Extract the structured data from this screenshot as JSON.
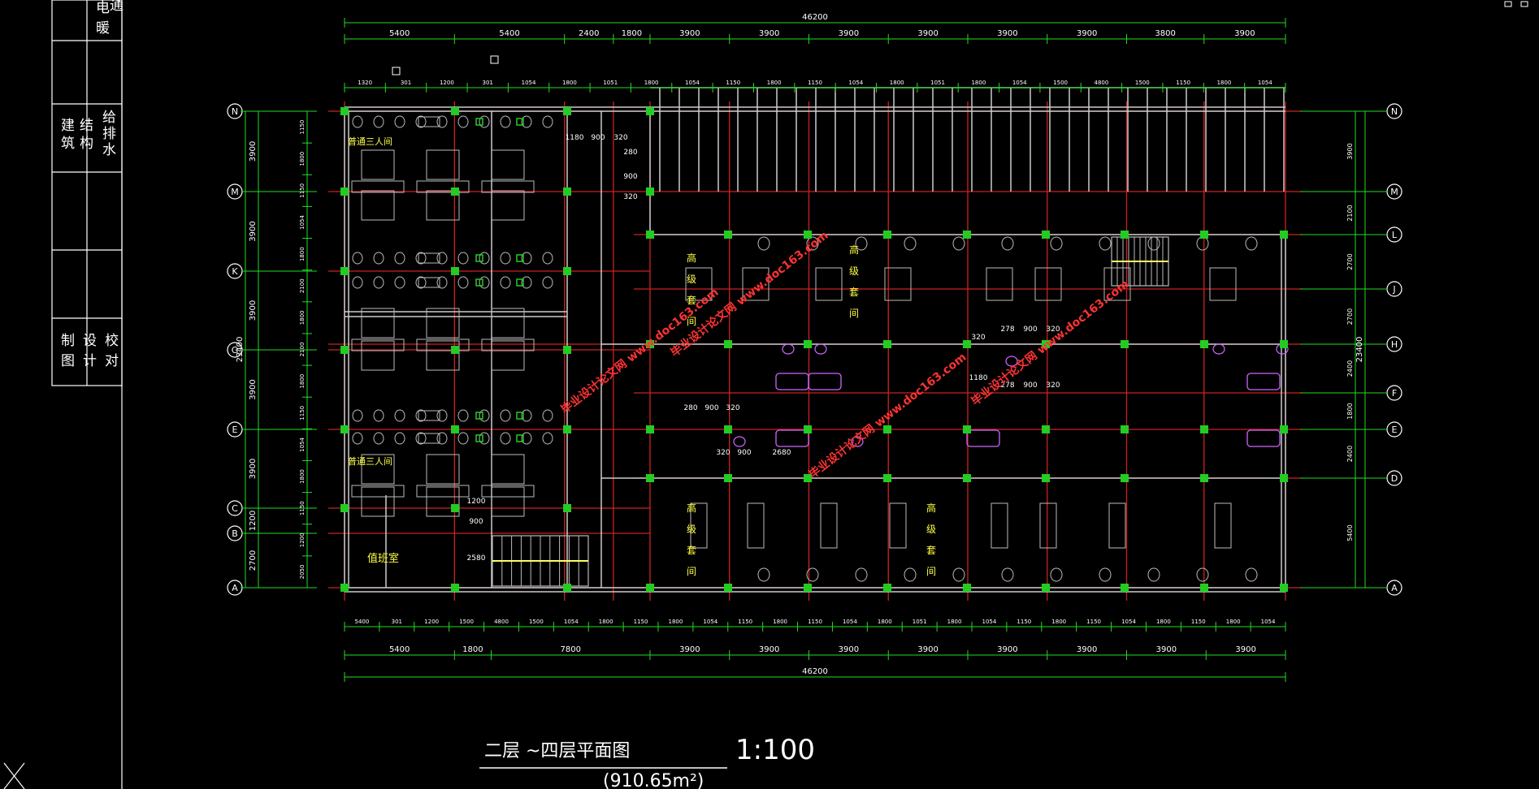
{
  "title_block": {
    "top_labels": [
      "电",
      "暖",
      "通"
    ],
    "disciplines": [
      "建筑",
      "结构",
      "给排水"
    ],
    "roles": [
      "制图",
      "设计",
      "校对"
    ]
  },
  "drawing": {
    "title": "二层 ~四层平面图",
    "scale": "1:100",
    "area": "(910.65m²)",
    "watermark": "毕业设计论文网 www.doc163.com"
  },
  "dimensions": {
    "overall": "46200",
    "top_bays": [
      "5400",
      "5400",
      "2400",
      "1800",
      "3900",
      "3900",
      "3900",
      "3900",
      "3900",
      "3900",
      "3800",
      "3900"
    ],
    "top_details": [
      "1320",
      "301",
      "1200",
      "301",
      "1054",
      "1800",
      "1051",
      "1800",
      "1054",
      "1150",
      "1800",
      "1150",
      "1054",
      "1800",
      "1051",
      "1800",
      "1054",
      "1500",
      "4800",
      "1500",
      "1150",
      "1800",
      "1054"
    ],
    "bottom_bays": [
      "5400",
      "1800",
      "7800",
      "3900",
      "3900",
      "3900",
      "3900",
      "3900",
      "3900",
      "3900",
      "3900"
    ],
    "bottom_details": [
      "5400",
      "301",
      "1200",
      "1500",
      "4800",
      "1500",
      "1054",
      "1800",
      "1150",
      "1800",
      "1054",
      "1150",
      "1800",
      "1150",
      "1054",
      "1800",
      "1051",
      "1800",
      "1054",
      "1150",
      "1800",
      "1150",
      "1054",
      "1800",
      "1150",
      "1800",
      "1054"
    ],
    "left": [
      "3900",
      "3900",
      "3900",
      "3900",
      "3900",
      "1200",
      "2700"
    ],
    "left_details": [
      "1150",
      "1800",
      "1150",
      "1054",
      "1800",
      "2100",
      "1800",
      "2100",
      "1800",
      "1150",
      "1054",
      "1800",
      "1150",
      "1200",
      "2050"
    ],
    "left_total": "23400",
    "right": [
      "3900",
      "2100",
      "2700",
      "2700",
      "2400",
      "1800",
      "2400",
      "5400"
    ],
    "right_total": "23400",
    "inner": [
      "1180",
      "900",
      "320",
      "280",
      "900",
      "320",
      "278",
      "900",
      "320",
      "320",
      "1180",
      "278",
      "900",
      "320",
      "280",
      "900",
      "320",
      "320",
      "900",
      "2680",
      "1200",
      "900",
      "2580"
    ]
  },
  "grid": {
    "rows": [
      "N",
      "M",
      "L",
      "K",
      "J",
      "H",
      "G",
      "F",
      "E",
      "D",
      "C",
      "B",
      "A"
    ]
  },
  "rooms": {
    "standard_triple": "普通三人间",
    "duty_room": "值班室",
    "deluxe_suite": "高级套间"
  },
  "colors": {
    "background": "#000000",
    "dimension_line": "#22dd22",
    "dimension_text": "#ffffff",
    "axis_line": "#cc2222",
    "wall_line": "#cccccc",
    "column": "#22cc22",
    "room_label": "#ffff44",
    "sanitary": "#cc66ff",
    "furniture": "#bbbbbb",
    "watermark": "#ff3333"
  }
}
